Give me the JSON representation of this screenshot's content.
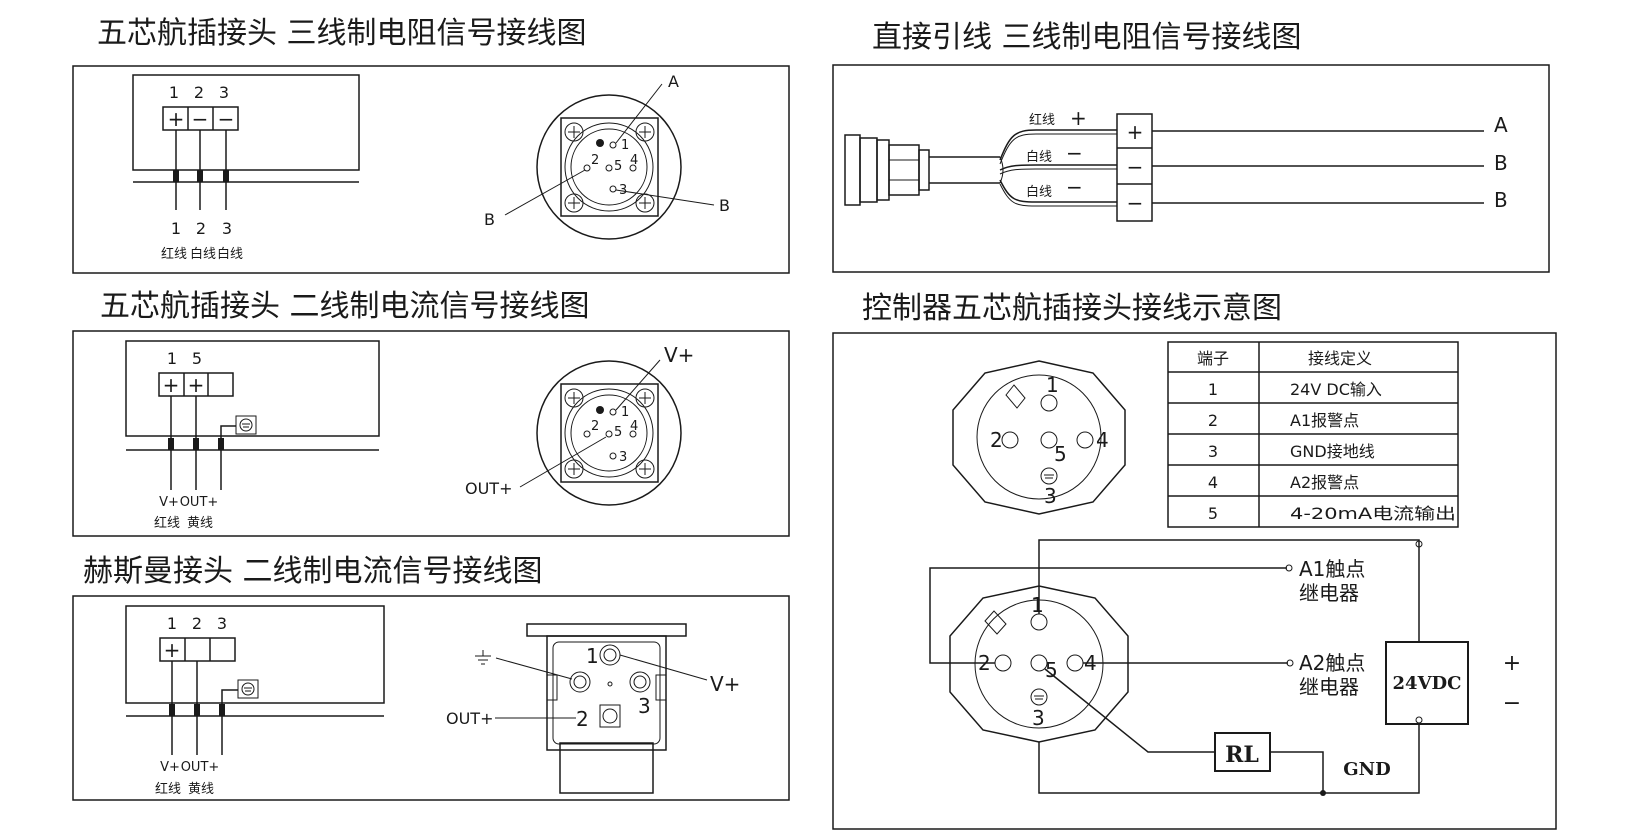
{
  "titles": {
    "p1": "五芯航插接头 三线制电阻信号接线图",
    "p2": "直接引线 三线制电阻信号接线图",
    "p3": "五芯航插接头 二线制电流信号接线图",
    "p4": "控制器五芯航插接头接线示意图",
    "p5": "赫斯曼接头 二线制电流信号接线图"
  },
  "p1": {
    "terminals": [
      "1",
      "2",
      "3"
    ],
    "signs": [
      "+",
      "−",
      "−"
    ],
    "bottom_nums": [
      "1",
      "2",
      "3"
    ],
    "wire_labels": [
      "红线",
      "白线",
      "白线"
    ],
    "pins": [
      "1",
      "2",
      "5",
      "4",
      "3"
    ],
    "callouts": {
      "a": "A",
      "b_left": "B",
      "b_right": "B"
    }
  },
  "p2": {
    "wires": [
      {
        "color": "红线",
        "sign": "+",
        "term": "+",
        "out": "A"
      },
      {
        "color": "白线",
        "sign": "−",
        "term": "−",
        "out": "B"
      },
      {
        "color": "白线",
        "sign": "−",
        "term": "−",
        "out": "B"
      }
    ]
  },
  "p3": {
    "terminals": [
      "1",
      "5"
    ],
    "signs": [
      "+",
      "+"
    ],
    "bottom_labels": [
      "V+",
      "OUT+"
    ],
    "wire_labels": [
      "红线",
      "黄线"
    ],
    "pins": [
      "1",
      "2",
      "5",
      "4",
      "3"
    ],
    "callouts": {
      "vplus": "V+",
      "out": "OUT+"
    }
  },
  "p5": {
    "terminals": [
      "1",
      "2",
      "3"
    ],
    "signs": [
      "+"
    ],
    "bottom_labels": [
      "V+",
      "OUT+"
    ],
    "wire_labels": [
      "红线",
      "黄线"
    ],
    "pins": [
      "1",
      "2",
      "3"
    ],
    "callouts": {
      "vplus": "V+",
      "out": "OUT+"
    }
  },
  "p4": {
    "table": {
      "headers": [
        "端子",
        "接线定义"
      ],
      "rows": [
        [
          "1",
          "24V DC输入"
        ],
        [
          "2",
          "A1报警点"
        ],
        [
          "3",
          "GND接地线"
        ],
        [
          "4",
          "A2报警点"
        ],
        [
          "5",
          "4-20mA电流输出"
        ]
      ]
    },
    "pins": [
      "1",
      "2",
      "5",
      "4",
      "3"
    ],
    "relay1": [
      "A1触点",
      "继电器"
    ],
    "relay2": [
      "A2触点",
      "继电器"
    ],
    "psu": "24VDC",
    "plus": "+",
    "minus": "−",
    "load": "RL",
    "gnd": "GND"
  }
}
